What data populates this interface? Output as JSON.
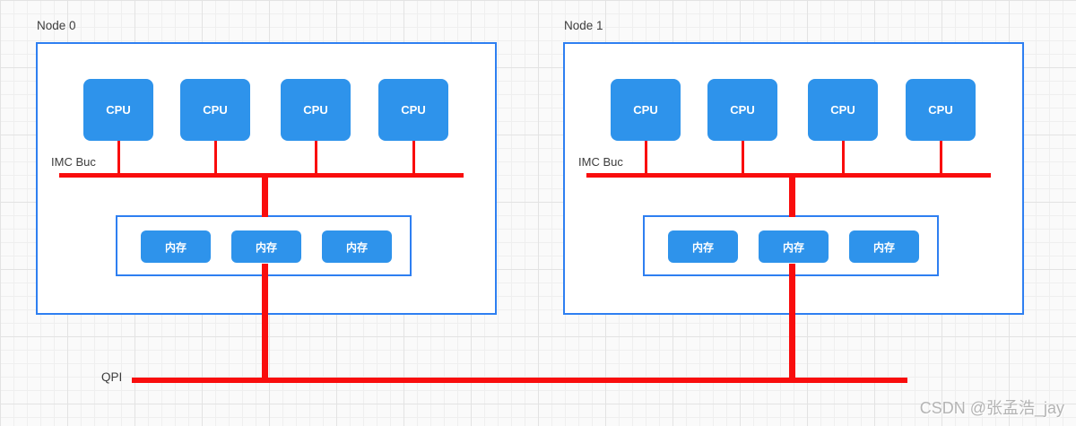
{
  "colors": {
    "fill": "#2E93EB",
    "border": "#2E7FF1",
    "bus": "#F90D0D",
    "label": "#3C3C3C",
    "watermark": "#B4B4B4"
  },
  "nodes": [
    {
      "label": "Node 0",
      "imc_bus_label": "IMC Buc",
      "cpus": [
        "CPU",
        "CPU",
        "CPU",
        "CPU"
      ],
      "memories": [
        "内存",
        "内存",
        "内存"
      ]
    },
    {
      "label": "Node 1",
      "imc_bus_label": "IMC Buc",
      "cpus": [
        "CPU",
        "CPU",
        "CPU",
        "CPU"
      ],
      "memories": [
        "内存",
        "内存",
        "内存"
      ]
    }
  ],
  "qpi": {
    "label": "QPI"
  },
  "watermark": {
    "text": "CSDN @张孟浩_jay"
  }
}
